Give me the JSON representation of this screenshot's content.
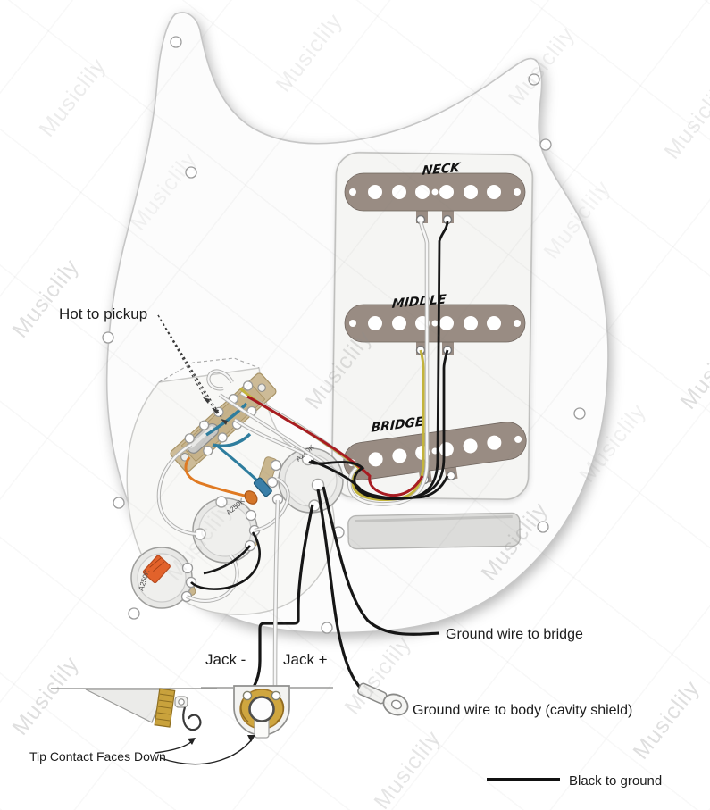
{
  "watermark": {
    "text": "Musiclily"
  },
  "labels": {
    "hot_to_pickup": "Hot to pickup",
    "jack_minus": "Jack -",
    "jack_plus": "Jack +",
    "ground_bridge": "Ground wire to bridge",
    "ground_body": "Ground wire to body (cavity shield)",
    "tip_contact": "Tip Contact Faces Down",
    "black_to_ground": "Black to ground"
  },
  "pickups": {
    "neck": "NECK",
    "middle": "MIDDLE",
    "bridge": "BRIDGE"
  },
  "pots": {
    "volume": "A250K",
    "tone_middle": "A250K",
    "tone_bottom": "A250K"
  },
  "colors": {
    "hot_white": "#f6f6f6",
    "hot_yellow": "#c3b43c",
    "hot_red": "#a81c22",
    "ground_black": "#161616",
    "jumper_blue": "#2e7d9e",
    "wire_orange": "#e07a22",
    "capacitor_orange": "#e2622b",
    "brass": "#c9a23c",
    "pickup_body": "#998c83"
  }
}
